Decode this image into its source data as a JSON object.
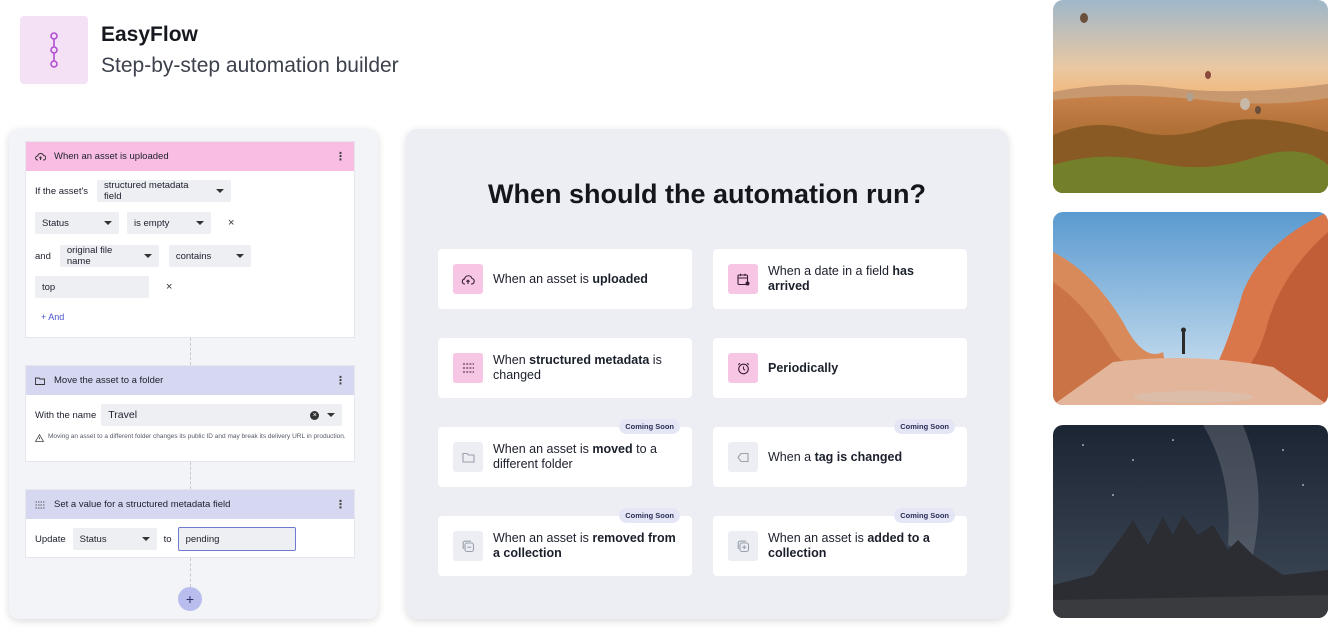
{
  "header": {
    "title": "EasyFlow",
    "subtitle": "Step-by-step automation builder",
    "logo_icon": "flow-nodes-icon"
  },
  "builder": {
    "trigger": {
      "title": "When an asset is uploaded",
      "if_label": "If the asset's",
      "field_type": "structured metadata field",
      "cond1_field": "Status",
      "cond1_op": "is empty",
      "and_label": "and",
      "cond2_field": "original file name",
      "cond2_op": "contains",
      "cond2_value": "top",
      "add_and": "+ And",
      "remove": "×"
    },
    "move_step": {
      "title": "Move the asset to a folder",
      "name_label": "With the name",
      "folder": "Travel",
      "warning": "Moving an asset to a different folder changes its public ID and may break its delivery URL in production."
    },
    "set_step": {
      "title": "Set a value for a structured metadata field",
      "update_label": "Update",
      "field": "Status",
      "to_label": "to",
      "value": "pending"
    },
    "kebab": "⋮",
    "add_button": "+"
  },
  "chooser": {
    "title": "When should the automation run?",
    "coming_soon": "Coming Soon",
    "cards": [
      {
        "pre": "When an asset is ",
        "bold": "uploaded",
        "post": "",
        "icon": "cloud-upload-icon",
        "soon": false
      },
      {
        "pre": "When a date in a field ",
        "bold": "has arrived",
        "post": "",
        "icon": "calendar-icon",
        "soon": false
      },
      {
        "pre": "When ",
        "bold": "structured metadata",
        "post": " is changed",
        "icon": "metadata-grid-icon",
        "soon": false
      },
      {
        "pre": "",
        "bold": "Periodically",
        "post": "",
        "icon": "alarm-clock-icon",
        "soon": false
      },
      {
        "pre": "When an asset is ",
        "bold": "moved",
        "post": " to a different folder",
        "icon": "folder-icon",
        "soon": true
      },
      {
        "pre": "When a ",
        "bold": "tag is changed",
        "post": "",
        "icon": "tag-icon",
        "soon": true
      },
      {
        "pre": "When an asset is ",
        "bold": "removed from a collection",
        "post": "",
        "icon": "collection-remove-icon",
        "soon": true
      },
      {
        "pre": "When an asset is ",
        "bold": "added to a collection",
        "post": "",
        "icon": "collection-add-icon",
        "soon": true
      }
    ]
  },
  "colors": {
    "pink": "#f9bde3",
    "lavender": "#d6d8f2",
    "accent": "#4a55c8"
  }
}
